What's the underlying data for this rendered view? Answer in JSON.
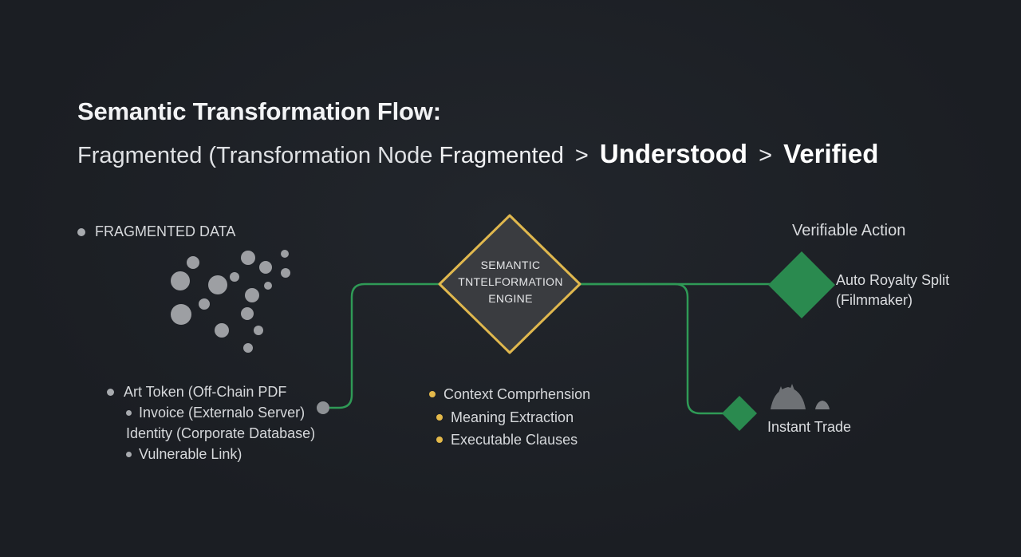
{
  "header": {
    "title": "Semantic Transformation Flow:",
    "subtitle_part1": "Fragmented (Transformation Node",
    "subtitle_part2": "Fragmented",
    "subtitle_sep1": ">",
    "subtitle_part3": "Understood",
    "subtitle_sep2": ">",
    "subtitle_part4": "Verified"
  },
  "fragmented": {
    "label": "FRAGMENTED DATA",
    "sources": [
      "Art Token (Off-Chain PDF",
      "Invoice (Externalo Server)",
      "Identity (Corporate Database)",
      "Vulnerable Link)"
    ]
  },
  "engine": {
    "line1": "SEMANTIC",
    "line2": "TNTELFORMATION",
    "line3": "ENGINE",
    "steps": [
      "Context Comprhension",
      "Meaning Extraction",
      "Executable Clauses"
    ]
  },
  "actions": {
    "title": "Verifiable Action",
    "primary_line1": "Auto Royalty Split",
    "primary_line2": "(Filmmaker)",
    "secondary": "Instant Trade"
  },
  "colors": {
    "background": "#1c1f24",
    "connector": "#2f9a56",
    "engine_border": "#e0b84e",
    "engine_fill": "#3a3c40",
    "action_node": "#2a8a4f",
    "bullet_gold": "#e4b94a",
    "particle": "#9d9fa3"
  }
}
